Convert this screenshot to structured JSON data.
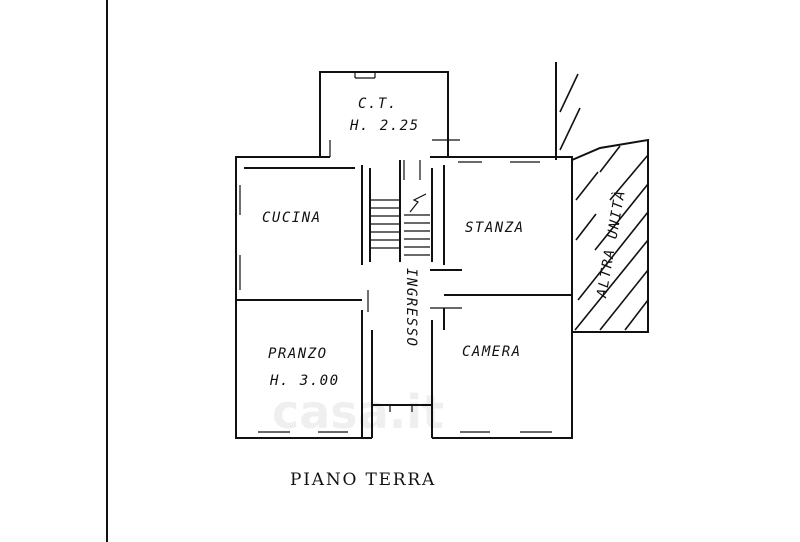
{
  "labels": {
    "ct": "C.T.",
    "ct_height": "H. 2.25",
    "cucina": "CUCINA",
    "stanza": "STANZA",
    "ingresso": "INGRESSO",
    "altra_unita": "ALTRA UNITÀ",
    "pranzo": "PRANZO",
    "pranzo_height": "H. 3.00",
    "camera": "CAMERA"
  },
  "title": "PIANO TERRA",
  "watermark": "casa.it"
}
